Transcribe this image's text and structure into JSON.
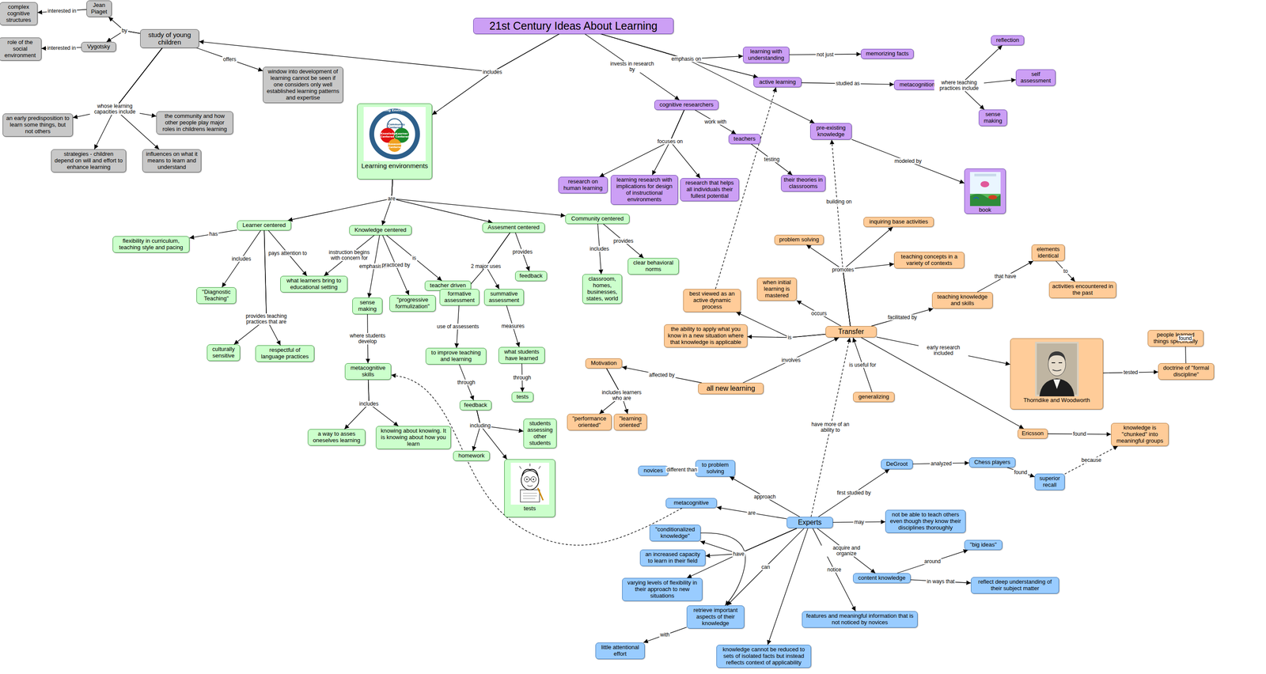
{
  "diagram": {
    "nodes": [
      {
        "text": [
          "21st Century Ideas About Learning"
        ]
      },
      {
        "text": [
          "study of young children"
        ]
      },
      {
        "text": [
          "Jean Piaget"
        ]
      },
      {
        "text": [
          "complex cognitive structures"
        ]
      },
      {
        "text": [
          "Vygotsky"
        ]
      },
      {
        "text": [
          "role of the social environment"
        ]
      },
      {
        "text": [
          "window into development of learning cannot be seen if one considers only well established learning patterns and expertise"
        ]
      },
      {
        "text": [
          "an early predisposition to learn some things, but not others"
        ]
      },
      {
        "text": [
          "the community and how other people play major roles in childrens learning"
        ]
      },
      {
        "text": [
          "strategies - children depend on will and effort to enhance learning"
        ]
      },
      {
        "text": [
          "influences on what it means to learn and understand"
        ]
      },
      {
        "text": [
          "Learning environments"
        ]
      },
      {
        "text": [
          "Learner centered"
        ]
      },
      {
        "text": [
          "Knowledge centered"
        ]
      },
      {
        "text": [
          "Assesment centered"
        ]
      },
      {
        "text": [
          "Community centered"
        ]
      },
      {
        "text": [
          "flexibility in curriculum, teaching style and pacing"
        ]
      },
      {
        "text": [
          "\"Diagnostic Teaching\""
        ]
      },
      {
        "text": [
          "what learners bring to educational setting"
        ]
      },
      {
        "text": [
          "culturally sensitive"
        ]
      },
      {
        "text": [
          "respectful of language practices"
        ]
      },
      {
        "text": [
          "teacher driven"
        ]
      },
      {
        "text": [
          "sense making"
        ]
      },
      {
        "text": [
          "\"progressive formulization\""
        ]
      },
      {
        "text": [
          "metacognitive skills"
        ]
      },
      {
        "text": [
          "a way to asses oneselves learning"
        ]
      },
      {
        "text": [
          "knowing about knowing. It is knowing about how you learn"
        ]
      },
      {
        "text": [
          "formative assessment"
        ]
      },
      {
        "text": [
          "summative assessment"
        ]
      },
      {
        "text": [
          "feedback"
        ]
      },
      {
        "text": [
          "to improve teaching and learning"
        ]
      },
      {
        "text": [
          "what students have learned"
        ]
      },
      {
        "text": [
          "tests"
        ]
      },
      {
        "text": [
          "feedback"
        ]
      },
      {
        "text": [
          "students assessing other students"
        ]
      },
      {
        "text": [
          "homework"
        ]
      },
      {
        "text": [
          "tests"
        ]
      },
      {
        "text": [
          "classroom, homes, businesses, states, world"
        ]
      },
      {
        "text": [
          "clear behavioral norms"
        ]
      },
      {
        "text": [
          "learning with understanding"
        ]
      },
      {
        "text": [
          "active learning"
        ]
      },
      {
        "text": [
          "pre-existing knowledge"
        ]
      },
      {
        "text": [
          "memorizing facts"
        ]
      },
      {
        "text": [
          "metacognition"
        ]
      },
      {
        "text": [
          "reflection"
        ]
      },
      {
        "text": [
          "self assessment"
        ]
      },
      {
        "text": [
          "sense making"
        ]
      },
      {
        "text": [
          "cognitive researchers"
        ]
      },
      {
        "text": [
          "research on human learning"
        ]
      },
      {
        "text": [
          "learning research with implications for design of instructional environments"
        ]
      },
      {
        "text": [
          "research that helps all individuals their fullest potential"
        ]
      },
      {
        "text": [
          "teachers"
        ]
      },
      {
        "text": [
          "their theories in classrooms"
        ]
      },
      {
        "text": [
          "book"
        ]
      },
      {
        "text": [
          "Transfer"
        ]
      },
      {
        "text": [
          "problem solving"
        ]
      },
      {
        "text": [
          "inquiring base activities"
        ]
      },
      {
        "text": [
          "teaching concepts in a variety of contexts"
        ]
      },
      {
        "text": [
          "when initial learning is mastered"
        ]
      },
      {
        "text": [
          "best viewed as an active dynamic process"
        ]
      },
      {
        "text": [
          "the ability to apply what you know in a new situation where that knowledge is applicable"
        ]
      },
      {
        "text": [
          "teaching knowledge and skills"
        ]
      },
      {
        "text": [
          "elements identical"
        ]
      },
      {
        "text": [
          "activities encountered in the past"
        ]
      },
      {
        "text": [
          "all new learning"
        ]
      },
      {
        "text": [
          "Motivation"
        ]
      },
      {
        "text": [
          "\"performance oriented\""
        ]
      },
      {
        "text": [
          "\"learning oriented\""
        ]
      },
      {
        "text": [
          "generalizing"
        ]
      },
      {
        "text": [
          "Thorndike and Woodworth"
        ]
      },
      {
        "text": [
          "doctrine of \"formal discipline\""
        ]
      },
      {
        "text": [
          "people learned things specifically"
        ]
      },
      {
        "text": [
          "Ericsson"
        ]
      },
      {
        "text": [
          "knowledge is \"chunked\" into meaningful groups"
        ]
      },
      {
        "text": [
          "Experts"
        ]
      },
      {
        "text": [
          "DeGroot"
        ]
      },
      {
        "text": [
          "Chess players"
        ]
      },
      {
        "text": [
          "superior recall"
        ]
      },
      {
        "text": [
          "to problem solving"
        ]
      },
      {
        "text": [
          "novices"
        ]
      },
      {
        "text": [
          "metacognitive"
        ]
      },
      {
        "text": [
          "not be able to teach others even though they know their disciplines thoroughly"
        ]
      },
      {
        "text": [
          "\"conditionalized knowledge\""
        ]
      },
      {
        "text": [
          "an increased capacity to learn in their field"
        ]
      },
      {
        "text": [
          "varying levels of flexibility in their approach to new situations"
        ]
      },
      {
        "text": [
          "retrieve important aspects of their knowledge"
        ]
      },
      {
        "text": [
          "little attentional effort"
        ]
      },
      {
        "text": [
          "knowledge cannot be reduced to sets of isolated facts but instead reflects context of applicability"
        ]
      },
      {
        "text": [
          "features and meaningful information that is not noticed by novices"
        ]
      },
      {
        "text": [
          "content knowledge"
        ]
      },
      {
        "text": [
          "\"big ideas\""
        ]
      },
      {
        "text": [
          "reflect deep understanding of their subject matter"
        ]
      }
    ],
    "edges": [
      {
        "from": 1,
        "to": 2,
        "label": "by",
        "arrow": "to"
      },
      {
        "from": 1,
        "to": 4,
        "arrow": "to"
      },
      {
        "from": 2,
        "to": 3,
        "label": "interested in",
        "arrow": "to"
      },
      {
        "from": 4,
        "to": 5,
        "label": "interested in",
        "arrow": "to"
      },
      {
        "from": 1,
        "to": 6,
        "label": "offers",
        "arrow": "to"
      },
      {
        "from": 1,
        "to": 7,
        "label": "whose learning capacities include",
        "arrow": "to"
      },
      {
        "from": 1,
        "to": 8,
        "arrow": "to"
      },
      {
        "from": 1,
        "to": 9,
        "arrow": "to"
      },
      {
        "from": 1,
        "to": 10,
        "arrow": "to"
      },
      {
        "from": 0,
        "to": 1,
        "label": "includes",
        "arrow": "to"
      },
      {
        "from": 0,
        "to": 11,
        "arrow": "to"
      },
      {
        "from": 11,
        "to": 12,
        "label": "are",
        "arrow": "to"
      },
      {
        "from": 11,
        "to": 13,
        "arrow": "to"
      },
      {
        "from": 11,
        "to": 14,
        "arrow": "to"
      },
      {
        "from": 11,
        "to": 15,
        "arrow": "to"
      },
      {
        "from": 12,
        "to": 16,
        "label": "has",
        "arrow": "to"
      },
      {
        "from": 12,
        "to": 17,
        "label": "includes",
        "arrow": "to"
      },
      {
        "from": 12,
        "to": 18,
        "label": "pays attention to",
        "arrow": "to"
      },
      {
        "from": 12,
        "to": 19,
        "label": "provides teaching practices that are",
        "arrow": "to"
      },
      {
        "from": 12,
        "to": 20,
        "arrow": "to"
      },
      {
        "from": 13,
        "to": 18,
        "label": "instruction begins with concern for",
        "arrow": "to"
      },
      {
        "from": 13,
        "to": 21,
        "label": "is",
        "arrow": "to"
      },
      {
        "from": 13,
        "to": 22,
        "label": "emphasis on",
        "arrow": "to"
      },
      {
        "from": 13,
        "to": 23,
        "label": "practiced by",
        "arrow": "to"
      },
      {
        "from": 22,
        "to": 24,
        "label": "where students develop",
        "arrow": "to"
      },
      {
        "from": 24,
        "to": 25,
        "label": "includes",
        "arrow": "to"
      },
      {
        "from": 24,
        "to": 26,
        "arrow": "to"
      },
      {
        "from": 14,
        "to": 27,
        "label": "2 major uses",
        "arrow": "to"
      },
      {
        "from": 14,
        "to": 28,
        "arrow": "to"
      },
      {
        "from": 14,
        "to": 29,
        "label": "provides",
        "arrow": "to"
      },
      {
        "from": 27,
        "to": 30,
        "label": "use of assessents",
        "arrow": "to"
      },
      {
        "from": 28,
        "to": 31,
        "label": "measures",
        "arrow": "to"
      },
      {
        "from": 31,
        "to": 32,
        "label": "through",
        "arrow": "to"
      },
      {
        "from": 30,
        "to": 33,
        "label": "through",
        "arrow": "to"
      },
      {
        "from": 33,
        "to": 34,
        "label": "including",
        "arrow": "to"
      },
      {
        "from": 33,
        "to": 35,
        "arrow": "to"
      },
      {
        "from": 33,
        "to": 36,
        "arrow": "to"
      },
      {
        "from": 15,
        "to": 37,
        "label": "includes",
        "arrow": "to"
      },
      {
        "from": 15,
        "to": 38,
        "label": "provides",
        "arrow": "to"
      },
      {
        "from": 0,
        "to": 39,
        "label": "emphasis on",
        "arrow": "to"
      },
      {
        "from": 0,
        "to": 40,
        "arrow": "to"
      },
      {
        "from": 0,
        "to": 41,
        "arrow": "to"
      },
      {
        "from": 39,
        "to": 42,
        "label": "not just",
        "arrow": "to"
      },
      {
        "from": 40,
        "to": 43,
        "label": "studied as",
        "arrow": "to"
      },
      {
        "from": 43,
        "to": 44,
        "label": "where teaching practices include",
        "arrow": "to"
      },
      {
        "from": 43,
        "to": 45,
        "arrow": "to"
      },
      {
        "from": 43,
        "to": 46,
        "arrow": "to"
      },
      {
        "from": 0,
        "to": 47,
        "label": "invests in research by",
        "arrow": "to"
      },
      {
        "from": 47,
        "to": 48,
        "label": "focuses on",
        "arrow": "to"
      },
      {
        "from": 47,
        "to": 49,
        "arrow": "to"
      },
      {
        "from": 47,
        "to": 50,
        "arrow": "to"
      },
      {
        "from": 47,
        "to": 51,
        "label": "work with",
        "arrow": "to"
      },
      {
        "from": 51,
        "to": 52,
        "label": "testing",
        "arrow": "to"
      },
      {
        "from": 41,
        "to": 53,
        "label": "modeled by",
        "arrow": "to"
      },
      {
        "from": 54,
        "to": 55,
        "label": "promotes",
        "arrow": "to"
      },
      {
        "from": 54,
        "to": 56,
        "arrow": "to"
      },
      {
        "from": 54,
        "to": 57,
        "arrow": "to"
      },
      {
        "from": 54,
        "to": 41,
        "label": "building on",
        "arrow": "to"
      },
      {
        "from": 54,
        "to": 58,
        "label": "occurs",
        "arrow": "to"
      },
      {
        "from": 54,
        "to": 59,
        "label": "is",
        "arrow": "to"
      },
      {
        "from": 54,
        "to": 60,
        "arrow": "to"
      },
      {
        "from": 59,
        "to": 40,
        "arrow": "to"
      },
      {
        "from": 54,
        "to": 61,
        "label": "facilitated by",
        "arrow": "to"
      },
      {
        "from": 61,
        "to": 62,
        "label": "that have",
        "arrow": "to"
      },
      {
        "from": 62,
        "to": 63,
        "label": "to",
        "arrow": "to"
      },
      {
        "from": 64,
        "to": 54,
        "label": "involves",
        "arrow": "to"
      },
      {
        "from": 64,
        "to": 65,
        "label": "affected by",
        "arrow": "to"
      },
      {
        "from": 65,
        "to": 66,
        "label": "includes learners who are",
        "arrow": "to"
      },
      {
        "from": 65,
        "to": 67,
        "arrow": "to"
      },
      {
        "from": 68,
        "to": 54,
        "label": "is useful for",
        "arrow": "to"
      },
      {
        "from": 54,
        "to": 69,
        "label": "early research included",
        "arrow": "to"
      },
      {
        "from": 69,
        "to": 70,
        "label": "tested",
        "arrow": "to"
      },
      {
        "from": 70,
        "to": 71,
        "label": "found",
        "arrow": "to"
      },
      {
        "from": 54,
        "to": 72,
        "arrow": "to"
      },
      {
        "from": 72,
        "to": 73,
        "label": "found",
        "arrow": "to"
      },
      {
        "from": 74,
        "to": 75,
        "label": "first studied by",
        "arrow": "to"
      },
      {
        "from": 75,
        "to": 76,
        "label": "analyzed",
        "arrow": "to"
      },
      {
        "from": 76,
        "to": 77,
        "label": "found",
        "arrow": "to"
      },
      {
        "from": 77,
        "to": 73,
        "label": "because",
        "arrow": "to"
      },
      {
        "from": 74,
        "to": 78,
        "label": "approach",
        "arrow": "to"
      },
      {
        "from": 78,
        "to": 79,
        "label": "different than",
        "arrow": "to"
      },
      {
        "from": 74,
        "to": 80,
        "label": "are",
        "arrow": "to"
      },
      {
        "from": 80,
        "to": 24,
        "arrow": "to"
      },
      {
        "from": 74,
        "to": 54,
        "label": "have more of an ability to",
        "arrow": "to"
      },
      {
        "from": 74,
        "to": 81,
        "label": "may",
        "arrow": "to"
      },
      {
        "from": 74,
        "to": 82,
        "label": "have",
        "arrow": "to"
      },
      {
        "from": 74,
        "to": 83,
        "arrow": "to"
      },
      {
        "from": 74,
        "to": 84,
        "arrow": "to"
      },
      {
        "from": 74,
        "to": 85,
        "label": "can",
        "arrow": "to"
      },
      {
        "from": 82,
        "to": 85,
        "arrow": "to"
      },
      {
        "from": 85,
        "to": 86,
        "label": "with",
        "arrow": "to"
      },
      {
        "from": 74,
        "to": 87,
        "arrow": "to"
      },
      {
        "from": 74,
        "to": 88,
        "label": "notice",
        "arrow": "to"
      },
      {
        "from": 74,
        "to": 89,
        "label": "acquire and organize",
        "arrow": "to"
      },
      {
        "from": 89,
        "to": 90,
        "label": "around",
        "arrow": "to"
      },
      {
        "from": 89,
        "to": 91,
        "label": "in ways that",
        "arrow": "to"
      }
    ],
    "labels": [
      "Learning Environment",
      "Community Centered",
      "Knowledge Centered",
      "Learner Centered",
      "Assessment Centered"
    ]
  }
}
